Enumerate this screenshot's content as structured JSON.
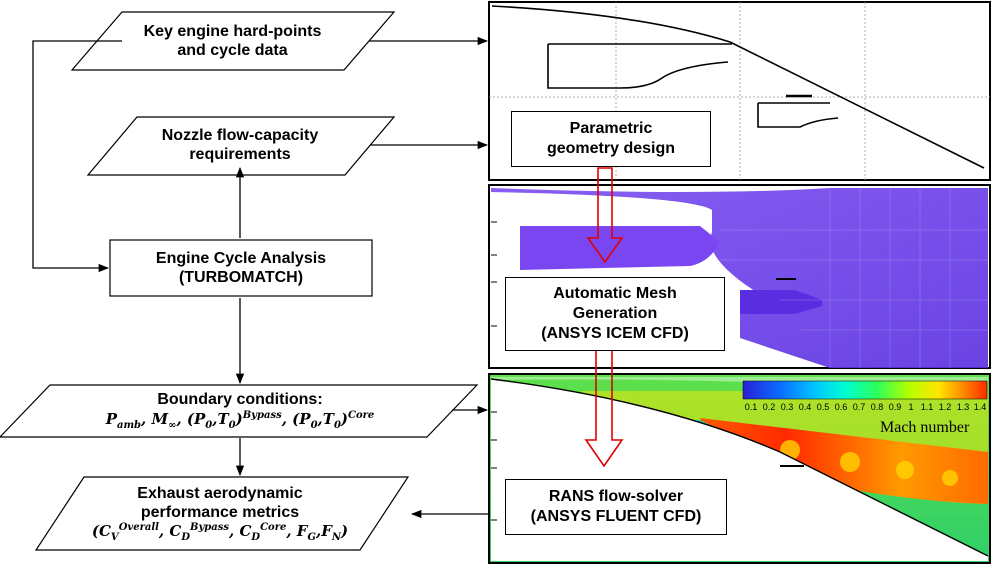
{
  "nodes": {
    "hardpoints": {
      "line1": "Key engine hard-points",
      "line2": "and cycle data"
    },
    "nozzle_req": {
      "line1": "Nozzle flow-capacity",
      "line2": "requirements"
    },
    "cycle": {
      "line1": "Engine Cycle Analysis",
      "line2": "(TURBOMATCH)"
    },
    "boundary": {
      "title": "Boundary conditions:"
    },
    "exhaust": {
      "line1": "Exhaust aerodynamic",
      "line2": "performance metrics"
    },
    "geometry": {
      "line1": "Parametric",
      "line2": "geometry design"
    },
    "mesh": {
      "line1": "Automatic Mesh",
      "line2": "Generation",
      "line3": "(ANSYS ICEM CFD)"
    },
    "rans": {
      "line1": "RANS flow-solver",
      "line2": "(ANSYS FLUENT CFD)"
    }
  },
  "math": {
    "p_amb": "P",
    "p_amb_sub": "amb",
    "m": "M",
    "m_sub": "∞",
    "p0": "P",
    "zero": "0",
    "t0": "T",
    "bypass": "Bypass",
    "core": "Core",
    "cv": "C",
    "cv_sub": "V",
    "cv_sup": "Overall",
    "cd": "C",
    "cd_sub": "D",
    "fg": "F",
    "fg_sub": "G",
    "fn": "F",
    "fn_sub": "N"
  },
  "colorbar": {
    "ticks": [
      "0.1",
      "0.2",
      "0.3",
      "0.4",
      "0.5",
      "0.6",
      "0.7",
      "0.8",
      "0.9",
      "1",
      "1.1",
      "1.2",
      "1.3",
      "1.4"
    ],
    "label": "Mach number",
    "colors": [
      "#2a1fd6",
      "#0a6cff",
      "#00c8ff",
      "#00ffd0",
      "#2dff5a",
      "#b4ff00",
      "#ffe600",
      "#ff8c00",
      "#ff2a00"
    ]
  }
}
